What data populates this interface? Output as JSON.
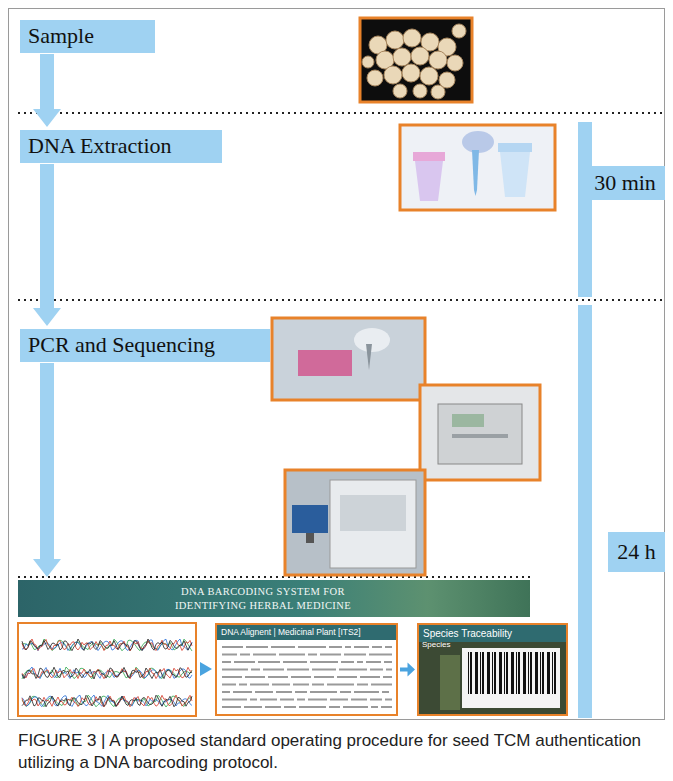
{
  "diagram": {
    "caption": "FIGURE 3 | A proposed standard operating procedure for seed TCM authentication utilizing a DNA barcoding protocol.",
    "nodes": [
      {
        "text": [
          "Sample"
        ]
      },
      {
        "text": [
          "DNA Extraction"
        ]
      },
      {
        "text": [
          "30 min"
        ]
      },
      {
        "text": [
          "PCR and Sequencing"
        ]
      },
      {
        "text": [
          "24 h"
        ]
      },
      {
        "text": [
          "DNA BARCODING SYSTEM FOR IDENTIFYING HERBAL MEDICINE"
        ]
      },
      {
        "text": [
          "DNA Alignent | Medicinal Plant [ITS2]"
        ]
      },
      {
        "text": [
          "Species Traceability"
        ]
      }
    ],
    "edges": [
      {
        "from": 0,
        "to": 1,
        "arrow": "to"
      },
      {
        "from": 1,
        "to": 3,
        "arrow": "to"
      },
      {
        "from": 3,
        "to": 5,
        "arrow": "to"
      },
      {
        "from": 6,
        "to": 7,
        "arrow": "to"
      }
    ],
    "labels": [
      "Species"
    ]
  }
}
